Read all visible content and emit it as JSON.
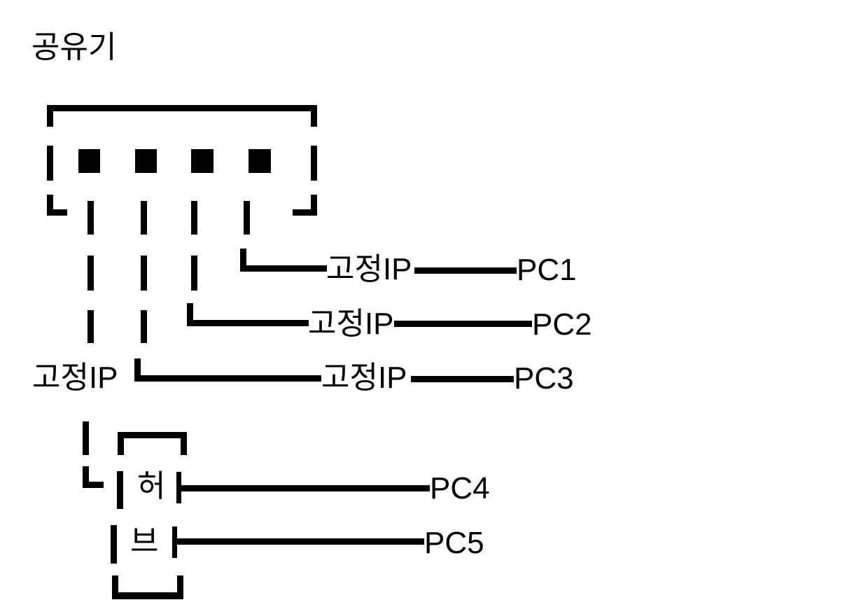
{
  "colors": {
    "background": "#ffffff",
    "line": "#000000"
  },
  "router": {
    "label": "공유기",
    "port_count": 4
  },
  "left_branch": {
    "ip_label": "고정IP"
  },
  "rows": [
    {
      "ip_label": "고정IP",
      "pc_label": "PC1"
    },
    {
      "ip_label": "고정IP",
      "pc_label": "PC2"
    },
    {
      "ip_label": "고정IP",
      "pc_label": "PC3"
    },
    {
      "pc_label": "PC4"
    },
    {
      "pc_label": "PC5"
    }
  ],
  "hub": {
    "label": "허브",
    "label_chars": [
      "허",
      "브"
    ]
  }
}
